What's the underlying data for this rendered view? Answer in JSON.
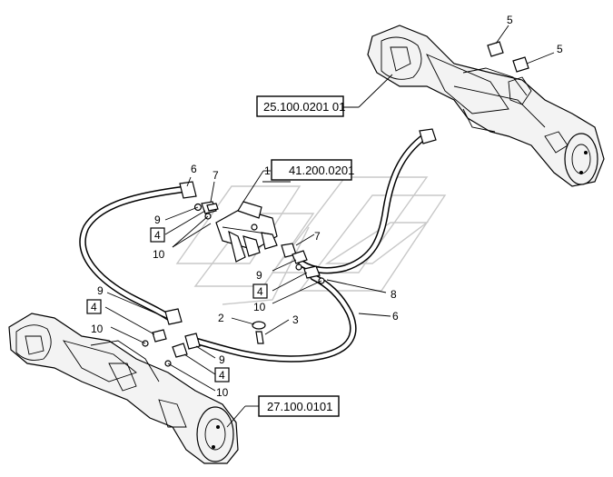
{
  "references": {
    "front_axle": "25.100.0201 01",
    "valve_group": "41.200.0201",
    "rear_axle": "27.100.0101"
  },
  "callouts": {
    "c1": "1",
    "c2": "2",
    "c3": "3",
    "c4a": "4",
    "c4b": "4",
    "c4c": "4",
    "c4d": "4",
    "c5a": "5",
    "c5b": "5",
    "c6a": "6",
    "c6b": "6",
    "c7a": "7",
    "c7b": "7",
    "c8": "8",
    "c9a": "9",
    "c9b": "9",
    "c9c": "9",
    "c9d": "9",
    "c10a": "10",
    "c10b": "10",
    "c10c": "10",
    "c10d": "10"
  }
}
